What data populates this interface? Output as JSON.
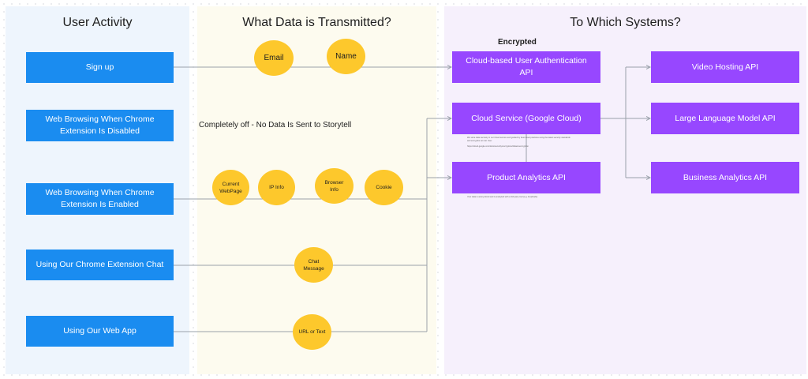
{
  "columns": {
    "activity": "User Activity",
    "data": "What Data is Transmitted?",
    "systems": "To Which Systems?"
  },
  "activities": {
    "signup": "Sign up",
    "browsing_disabled": "Web Browsing When Chrome Extension Is Disabled",
    "browsing_enabled": "Web Browsing When Chrome Extension Is Enabled",
    "extension_chat": "Using Our Chrome Extension Chat",
    "web_app": "Using Our Web App"
  },
  "data_items": {
    "email": "Email",
    "name": "Name",
    "current_webpage": "Current WebPage",
    "ip_info": "IP Info",
    "browser_info": "Browser Info",
    "cookie": "Cookie",
    "chat_message": "Chat Message",
    "url_or_text": "URL or Text"
  },
  "notes": {
    "completely_off": "Completely off - No Data Is Sent to Storytell",
    "encrypted": "Encrypted",
    "cloud_service_note_1": "We store data securely in our Cloud service and guided by best cloud practices using the latest security standards",
    "cloud_service_note_2": "and encryption at rest. See:",
    "cloud_service_note_3": "https://cloud.google.com/docs/security/encryption/default-encryption",
    "analytics_note": "Your data is anonymized and is analyzed with a 3rd party tool (e.g. Amplitude)"
  },
  "systems": {
    "auth_api": "Cloud-based User Authentication API",
    "cloud_service": "Cloud Service (Google Cloud)",
    "product_analytics": "Product Analytics API",
    "video_hosting": "Video Hosting API",
    "llm_api": "Large Language Model API",
    "business_analytics": "Business Analytics API"
  },
  "colors": {
    "activity_box": "#1a8cf0",
    "system_box": "#9747ff",
    "data_circle": "#fdc82c",
    "connector": "#9aa1aa"
  }
}
